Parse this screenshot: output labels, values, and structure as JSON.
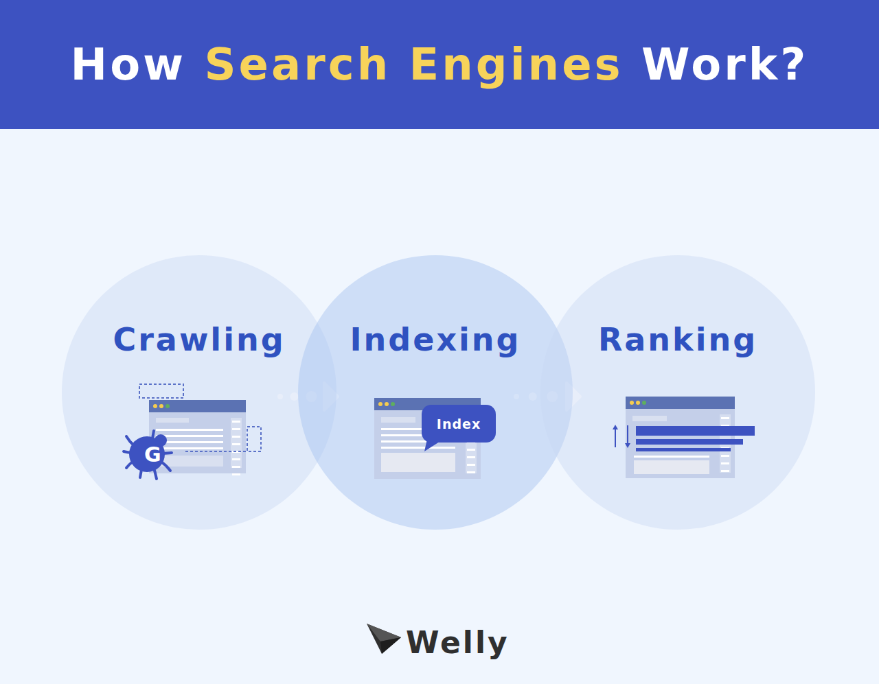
{
  "diagram": {
    "title": "How Search Engines Work?",
    "nodes": [
      {
        "text": [
          "Crawling"
        ]
      },
      {
        "text": [
          "Indexing"
        ]
      },
      {
        "text": [
          "Index"
        ],
        "in": 1
      },
      {
        "text": [
          "Ranking"
        ]
      }
    ],
    "edges": [
      {
        "from": 0,
        "to": 1,
        "arrow": "to"
      },
      {
        "from": 1,
        "to": 3,
        "arrow": "to"
      }
    ],
    "labels": [
      "G",
      "Welly"
    ]
  }
}
